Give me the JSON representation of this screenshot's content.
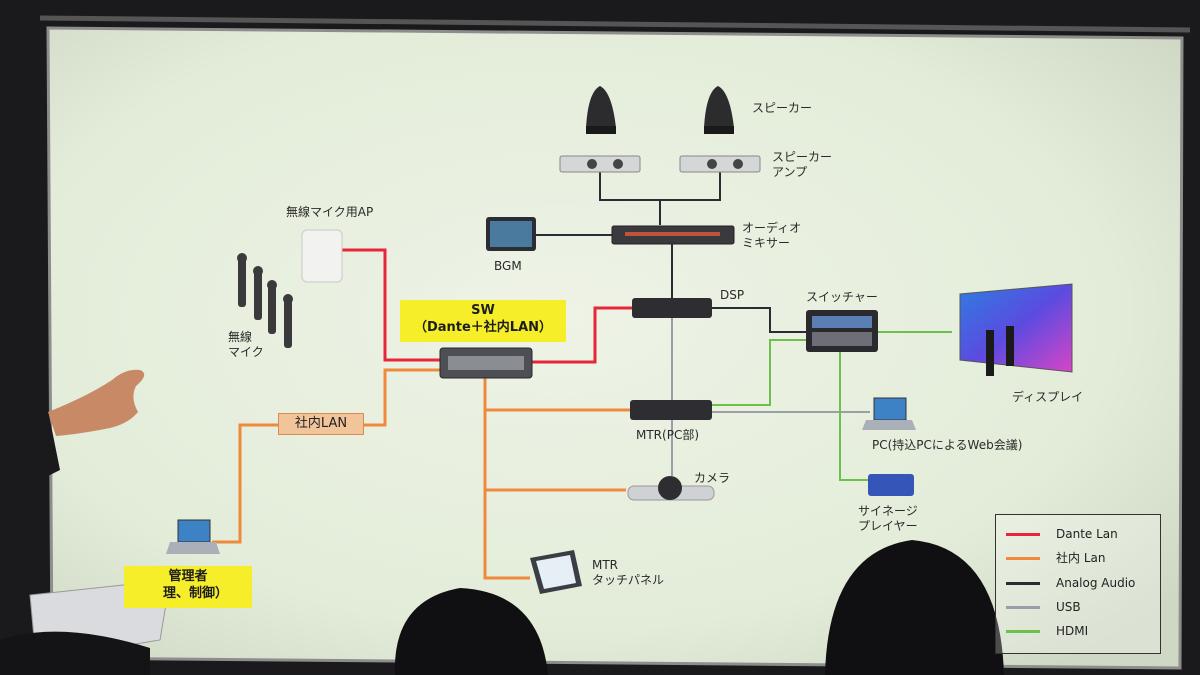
{
  "labels": {
    "speaker": "スピーカー",
    "speaker_amp_line1": "スピーカー",
    "speaker_amp_line2": "アンプ",
    "audio_mixer_line1": "オーディオ",
    "audio_mixer_line2": "ミキサー",
    "bgm": "BGM",
    "wireless_ap": "無線マイク用AP",
    "wireless_mic_line1": "無線",
    "wireless_mic_line2": "マイク",
    "dsp": "DSP",
    "switcher": "スイッチャー",
    "display": "ディスプレイ",
    "mtr_pc": "MTR(PC部)",
    "pc_web_meeting": "PC(持込PCによるWeb会議)",
    "camera": "カメラ",
    "signage_line1": "サイネージ",
    "signage_line2": "プレイヤー",
    "mtr_touch_line1": "MTR",
    "mtr_touch_line2": "タッチパネル",
    "sw_line1": "SW",
    "sw_line2": "（Dante＋社内LAN）",
    "internal_lan": "社内LAN",
    "admin_line1": "管理者",
    "admin_line2": "理、制御）"
  },
  "legend": [
    {
      "label": "Dante Lan",
      "color": "#e8263a"
    },
    {
      "label": "社内 Lan",
      "color": "#ef8a3c"
    },
    {
      "label": "Analog Audio",
      "color": "#2b2b33"
    },
    {
      "label": "USB",
      "color": "#9a9ea6"
    },
    {
      "label": "HDMI",
      "color": "#6dc04a"
    }
  ]
}
